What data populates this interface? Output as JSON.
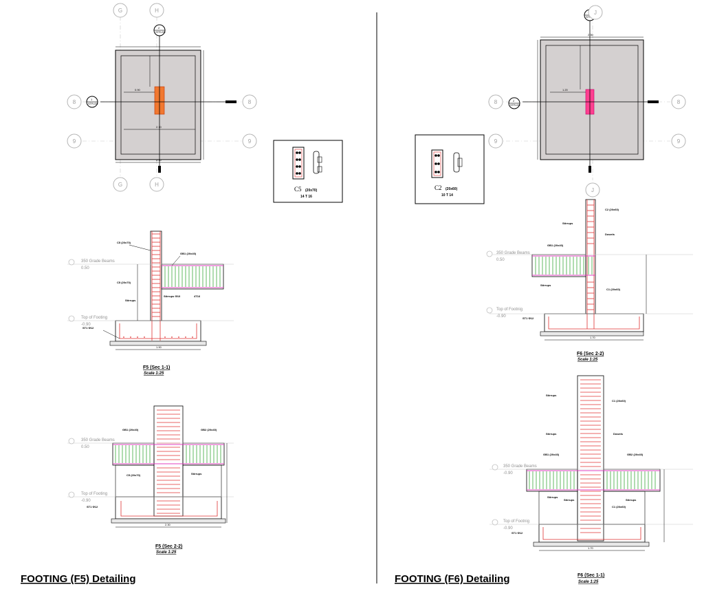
{
  "sheet": {
    "left_title": "FOOTING (F5) Detailing",
    "right_title": "FOOTING (F6) Detailing"
  },
  "grid_labels": {
    "G": "G",
    "H": "H",
    "J": "J",
    "row8": "8",
    "row9": "9"
  },
  "colors": {
    "column_fill": "#f07830",
    "column_fill_f6": "#ff4090",
    "footing_fill": "#d4d0d0",
    "rebar": "#e03030",
    "beam_bars": "#3aa83a",
    "beam_edge": "#e040c0"
  },
  "column_sections": {
    "c5": {
      "name": "C5",
      "size": "(20x70)",
      "bars": "14 T 16"
    },
    "c2": {
      "name": "C2",
      "size": "(20x60)",
      "bars": "10 T 14"
    }
  },
  "levels": {
    "grade_beams": "350 Grade Beams",
    "grade_beams_value": "0.50",
    "grade_beams_value_f6_2": "-0.90",
    "top_footing": "Top of Footing",
    "top_footing_f6": "Top of Footnig",
    "top_footing_value": "-0.90"
  },
  "captions": {
    "f5_sec11": "F5 (Sec 1-1)",
    "f5_sec22": "F5 (Sec 2-2)",
    "f6_sec22": "F6 (Sec 2-2)",
    "f6_sec11": "F6 (Sec 1-1)",
    "scale": "Scale 1:25"
  }
}
